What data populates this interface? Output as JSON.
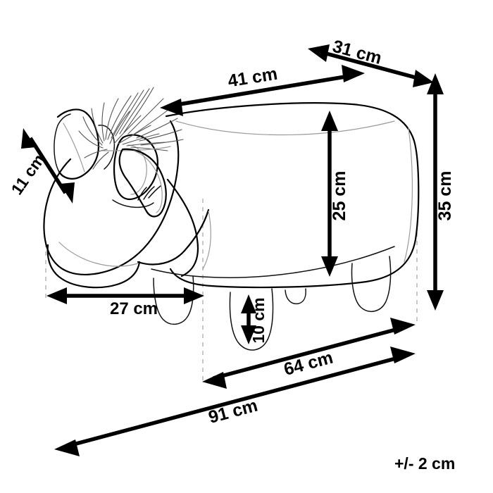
{
  "drawing": {
    "title": "Animal Stool Dimension Diagram",
    "subject": "unicorn-shaped-footstool",
    "units": "cm",
    "line_color": "#000000",
    "guide_color": "#bbbbbb",
    "background": "#ffffff"
  },
  "dimensions": {
    "depth_top": {
      "label": "31 cm",
      "value": 31,
      "name": "top-depth"
    },
    "length_top": {
      "label": "41 cm",
      "value": 41,
      "name": "top-length"
    },
    "horn_length": {
      "label": "11 cm",
      "value": 11,
      "name": "horn-length"
    },
    "seat_height": {
      "label": "25 cm",
      "value": 25,
      "name": "seat-height"
    },
    "total_height": {
      "label": "35 cm",
      "value": 35,
      "name": "total-height"
    },
    "head_width": {
      "label": "27 cm",
      "value": 27,
      "name": "head-width"
    },
    "leg_height": {
      "label": "10 cm",
      "value": 10,
      "name": "leg-height"
    },
    "body_length": {
      "label": "64 cm",
      "value": 64,
      "name": "body-length"
    },
    "overall_length": {
      "label": "91 cm",
      "value": 91,
      "name": "overall-length"
    }
  },
  "tolerance": {
    "label": "+/- 2 cm",
    "value": 2
  }
}
